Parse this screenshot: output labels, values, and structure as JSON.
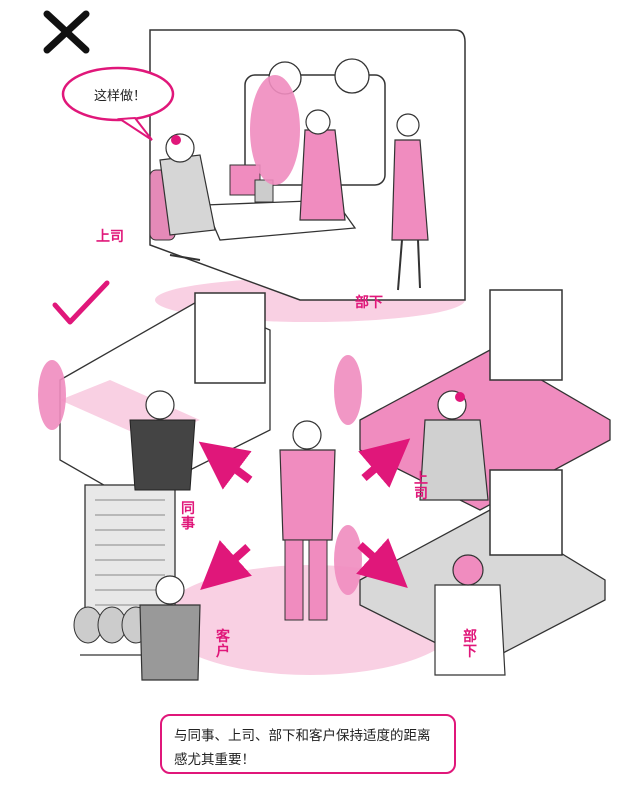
{
  "colors": {
    "accent": "#e0177a",
    "pink_light": "#f9d0e3",
    "pink_mid": "#f08cbf",
    "gray": "#c9c9c9",
    "ink": "#222222"
  },
  "icons": {
    "wrong_mark": "cross-mark-icon",
    "right_mark": "check-mark-icon"
  },
  "top_scene": {
    "speech_bubble": "这样做！",
    "label_boss": "上司",
    "label_subordinate": "部下"
  },
  "bottom_scene": {
    "label_colleague": "同事",
    "label_client": "客户",
    "label_boss": "上司",
    "label_subordinate": "部下"
  },
  "caption": "与同事、上司、部下和客户保持适度的距离感尤其重要！"
}
